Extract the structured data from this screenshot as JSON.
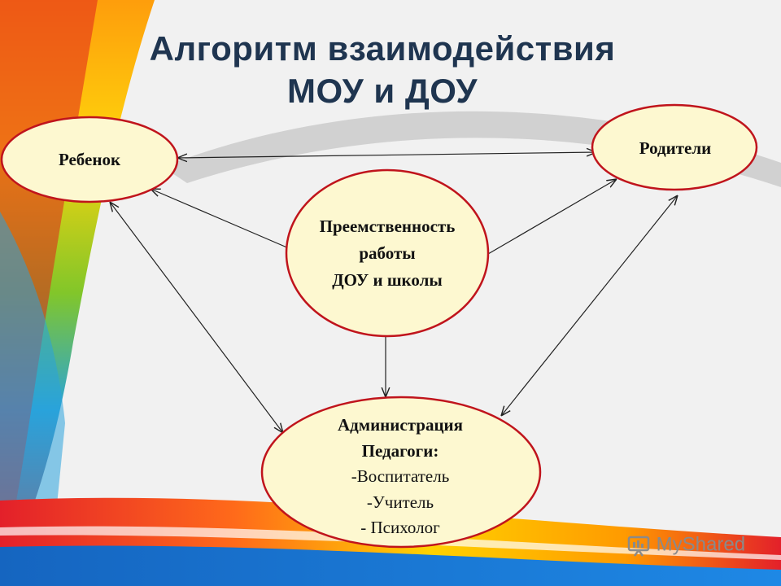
{
  "title": {
    "line1": "Алгоритм взаимодействия",
    "line2": "МОУ и ДОУ"
  },
  "nodes": {
    "child": {
      "label": "Ребенок"
    },
    "parents": {
      "label": "Родители"
    },
    "continuity": {
      "lines": [
        "Преемственность",
        "работы",
        "ДОУ и школы"
      ]
    },
    "administration": {
      "lines": [
        "Администрация",
        "Педагоги:",
        "-Воспитатель",
        "-Учитель",
        "- Психолог"
      ]
    }
  },
  "edges": [
    {
      "from": "child",
      "to": "parents",
      "bidirectional": true
    },
    {
      "from": "continuity",
      "to": "child",
      "bidirectional": false
    },
    {
      "from": "continuity",
      "to": "parents",
      "bidirectional": false
    },
    {
      "from": "continuity",
      "to": "administration",
      "bidirectional": false
    },
    {
      "from": "child",
      "to": "administration",
      "bidirectional": true
    },
    {
      "from": "parents",
      "to": "administration",
      "bidirectional": true
    }
  ],
  "colors": {
    "node_fill": "#fdf8d0",
    "node_stroke": "#c0141c",
    "title": "#1f3550",
    "edge": "#222222"
  },
  "watermark": {
    "text": "MyShared"
  }
}
